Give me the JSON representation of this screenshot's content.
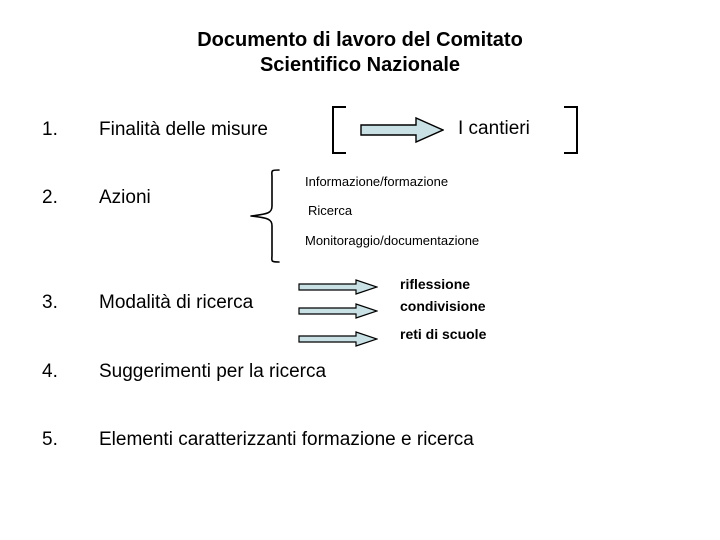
{
  "slide": {
    "background_color": "#ffffff",
    "text_color": "#000000",
    "accent_fill": "#c9e0e4",
    "accent_stroke": "#000000"
  },
  "title": {
    "line1": "Documento di lavoro del Comitato",
    "line2": "Scientifico Nazionale"
  },
  "items": [
    {
      "number": "1.",
      "label": "Finalità delle misure"
    },
    {
      "number": "2.",
      "label": "Azioni"
    },
    {
      "number": "3.",
      "label": "Modalità di ricerca"
    },
    {
      "number": "4.",
      "label": "Suggerimenti per la ricerca"
    },
    {
      "number": "5.",
      "label": "Elementi caratterizzanti formazione e ricerca"
    }
  ],
  "cantieri_group": {
    "arrow_icon": "right-block-arrow-icon",
    "left_bracket_icon": "left-square-bracket-icon",
    "right_bracket_icon": "right-square-bracket-icon",
    "label": "I cantieri"
  },
  "azioni_group": {
    "brace_icon": "left-curly-brace-icon",
    "sub_items": [
      "Informazione/formazione",
      "Ricerca",
      "Monitoraggio/documentazione"
    ]
  },
  "modalita_group": {
    "arrow_icon": "right-block-arrow-icon",
    "labels": [
      "riflessione",
      "condivisione",
      "reti di scuole"
    ]
  }
}
